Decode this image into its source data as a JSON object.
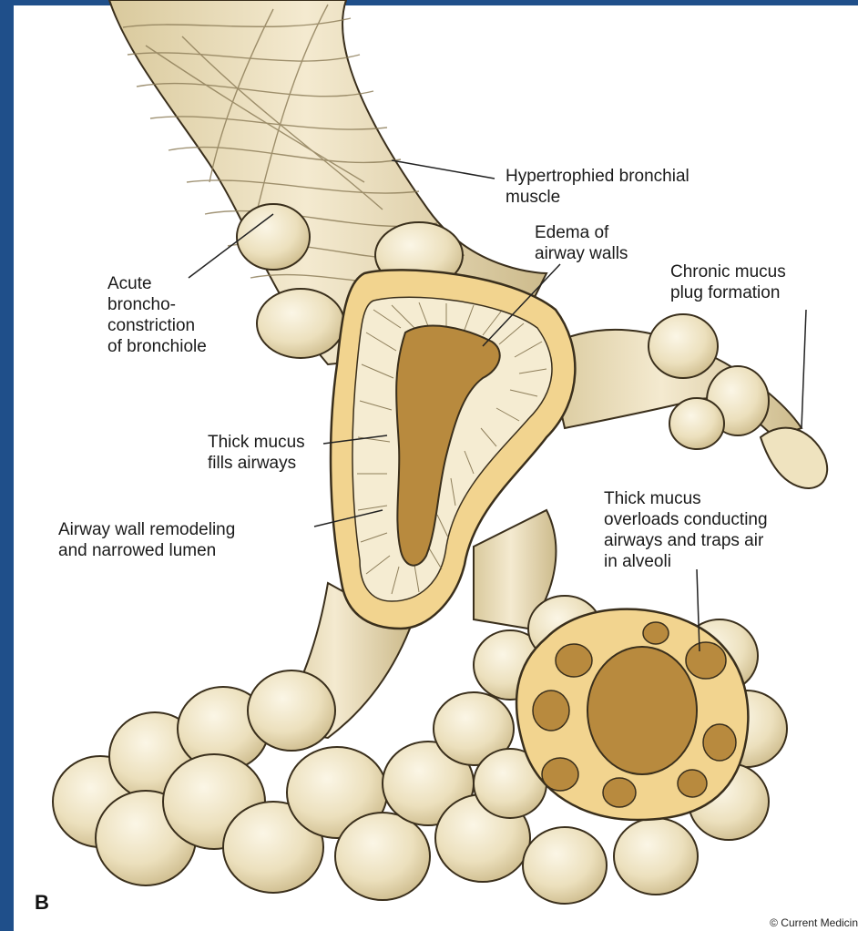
{
  "figure": {
    "panel_letter": "B",
    "copyright": "© Current Medicin"
  },
  "labels": {
    "hypertrophied": [
      "Hypertrophied bronchial",
      "muscle"
    ],
    "edema": [
      "Edema of",
      "airway walls"
    ],
    "chronic_mucus": [
      "Chronic mucus",
      "plug formation"
    ],
    "acute": [
      "Acute",
      "broncho-",
      "constriction",
      "of bronchiole"
    ],
    "thick_mucus_fills": [
      "Thick mucus",
      "fills airways"
    ],
    "remodeling": [
      "Airway wall remodeling",
      "and narrowed lumen"
    ],
    "thick_mucus_overloads": [
      "Thick mucus",
      "overloads conducting",
      "airways and traps air",
      "in alveoli"
    ]
  },
  "colors": {
    "frame": "#1f4f8a",
    "tissue": "#efe3bf",
    "tissue_shadow": "#d8c89a",
    "wall": "#f2d48f",
    "lumen": "#b88a3e",
    "outline": "#3a2f1c"
  }
}
